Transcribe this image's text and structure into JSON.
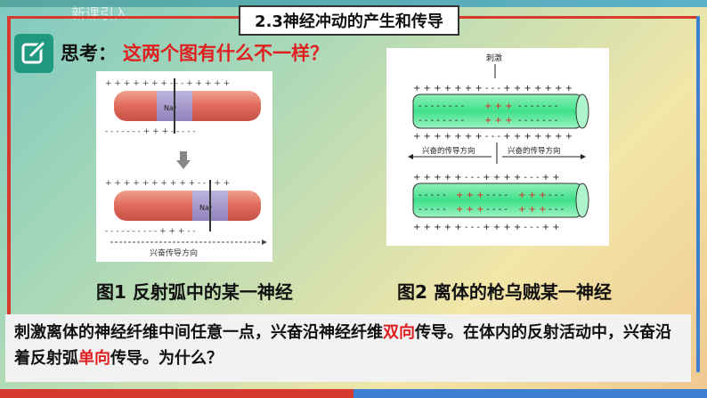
{
  "header": {
    "section_tag": "新课引入",
    "title": "2.3神经冲动的产生和传导"
  },
  "think": {
    "label": "思考：",
    "question": "这两个图有什么不一样？"
  },
  "figure1": {
    "ion_label": "Na⁺",
    "direction_label": "兴奋传导方向",
    "caption": "图1  反射弧中的某一神经"
  },
  "figure2": {
    "stimulus_label": "刺激",
    "left_direction": "兴奋的传导方向",
    "right_direction": "兴奋的传导方向",
    "caption": "图2  离体的枪乌贼某一神经"
  },
  "description": {
    "part1": "刺激离体的神经纤维中间任意一点，兴奋沿神经纤维",
    "highlight1": "双向",
    "part2": "传导。在体内的反射活动中，兴奋沿着反射弧",
    "highlight2": "单向",
    "part3": "传导。为什么？"
  },
  "colors": {
    "accent_red": "#e02020",
    "icon_green": "#1f9a80",
    "border_red": "#d7392e",
    "border_blue": "#3d7fd0"
  }
}
